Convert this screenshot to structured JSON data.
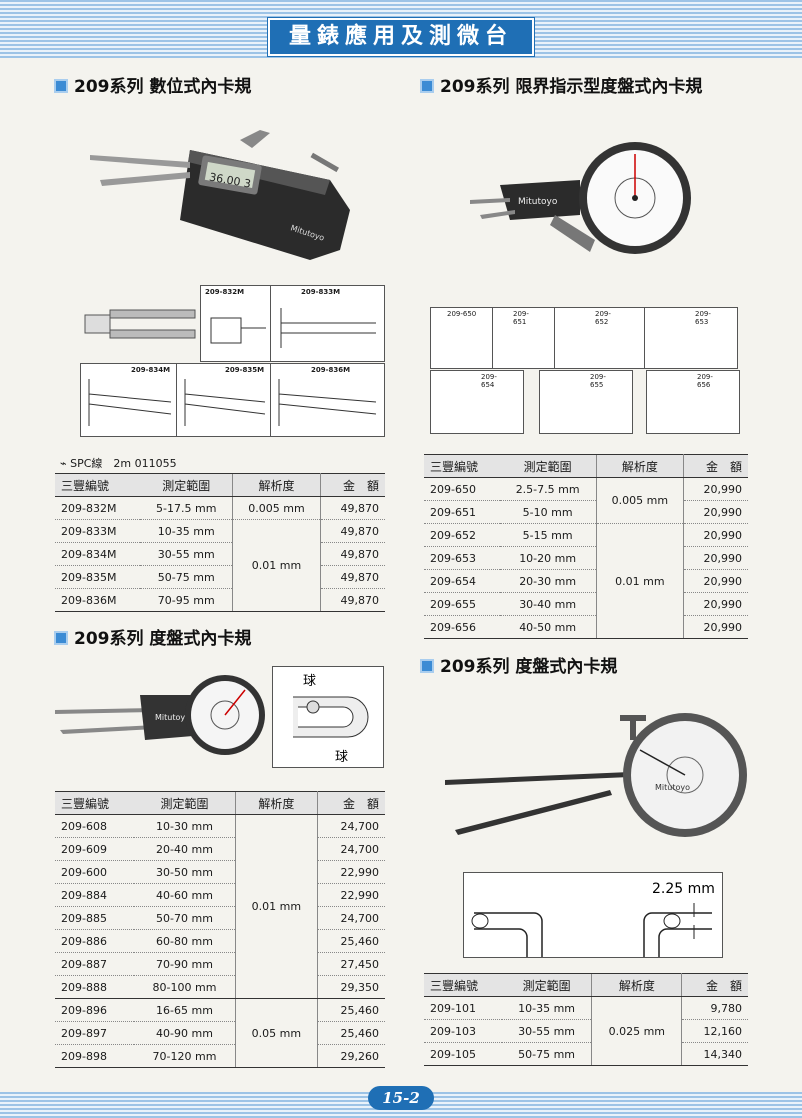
{
  "header": {
    "title": "量錶應用及測微台"
  },
  "sections": {
    "digital": {
      "title": "209系列 數位式內卡規",
      "display": "36.00 3",
      "brand": "Mitutoyo",
      "diagram_labels": [
        "209-832M",
        "209-833M",
        "209-834M",
        "209-835M",
        "209-836M"
      ],
      "spc": "SPC線　2m 011055",
      "headers": [
        "三豐編號",
        "測定範圍",
        "解析度",
        "金　額"
      ],
      "rows": [
        {
          "code": "209-832M",
          "range": "5-17.5 mm",
          "price": "49,870"
        },
        {
          "code": "209-833M",
          "range": "10-35 mm",
          "price": "49,870"
        },
        {
          "code": "209-834M",
          "range": "30-55 mm",
          "price": "49,870"
        },
        {
          "code": "209-835M",
          "range": "50-75 mm",
          "price": "49,870"
        },
        {
          "code": "209-836M",
          "range": "70-95 mm",
          "price": "49,870"
        }
      ],
      "resolutions": [
        "0.005 mm",
        "0.01 mm"
      ]
    },
    "limit_dial": {
      "title": "209系列 限界指示型度盤式內卡規",
      "brand": "Mitutoyo",
      "diagram_labels": [
        "209-650",
        "209-651",
        "209-652",
        "209-653",
        "209-654",
        "209-655",
        "209-656"
      ],
      "headers": [
        "三豐編號",
        "測定範圍",
        "解析度",
        "金　額"
      ],
      "rows": [
        {
          "code": "209-650",
          "range": "2.5-7.5 mm",
          "price": "20,990"
        },
        {
          "code": "209-651",
          "range": "5-10 mm",
          "price": "20,990"
        },
        {
          "code": "209-652",
          "range": "5-15 mm",
          "price": "20,990"
        },
        {
          "code": "209-653",
          "range": "10-20 mm",
          "price": "20,990"
        },
        {
          "code": "209-654",
          "range": "20-30 mm",
          "price": "20,990"
        },
        {
          "code": "209-655",
          "range": "30-40 mm",
          "price": "20,990"
        },
        {
          "code": "209-656",
          "range": "40-50 mm",
          "price": "20,990"
        }
      ],
      "resolutions": [
        "0.005 mm",
        "0.01 mm"
      ]
    },
    "dial": {
      "title": "209系列 度盤式內卡規",
      "brand": "Mitutoyo",
      "ball_label": "球",
      "headers": [
        "三豐編號",
        "測定範圍",
        "解析度",
        "金　額"
      ],
      "rows": [
        {
          "code": "209-608",
          "range": "10-30 mm",
          "price": "24,700"
        },
        {
          "code": "209-609",
          "range": "20-40 mm",
          "price": "24,700"
        },
        {
          "code": "209-600",
          "range": "30-50 mm",
          "price": "22,990"
        },
        {
          "code": "209-884",
          "range": "40-60 mm",
          "price": "22,990"
        },
        {
          "code": "209-885",
          "range": "50-70 mm",
          "price": "24,700"
        },
        {
          "code": "209-886",
          "range": "60-80 mm",
          "price": "25,460"
        },
        {
          "code": "209-887",
          "range": "70-90 mm",
          "price": "27,450"
        },
        {
          "code": "209-888",
          "range": "80-100 mm",
          "price": "29,350"
        },
        {
          "code": "209-896",
          "range": "16-65 mm",
          "price": "25,460"
        },
        {
          "code": "209-897",
          "range": "40-90 mm",
          "price": "25,460"
        },
        {
          "code": "209-898",
          "range": "70-120 mm",
          "price": "29,260"
        }
      ],
      "resolutions": [
        "0.01 mm",
        "0.05 mm"
      ]
    },
    "dial2": {
      "title": "209系列 度盤式內卡規",
      "brand": "Mitutoyo",
      "dimension": "2.25 mm",
      "headers": [
        "三豐編號",
        "測定範圍",
        "解析度",
        "金　額"
      ],
      "rows": [
        {
          "code": "209-101",
          "range": "10-35 mm",
          "price": "9,780"
        },
        {
          "code": "209-103",
          "range": "30-55 mm",
          "price": "12,160"
        },
        {
          "code": "209-105",
          "range": "50-75 mm",
          "price": "14,340"
        }
      ],
      "resolutions": [
        "0.025 mm"
      ]
    }
  },
  "footer": {
    "page": "15-2"
  },
  "colors": {
    "accent": "#1f6fb5",
    "band": "#9cc3e6"
  }
}
